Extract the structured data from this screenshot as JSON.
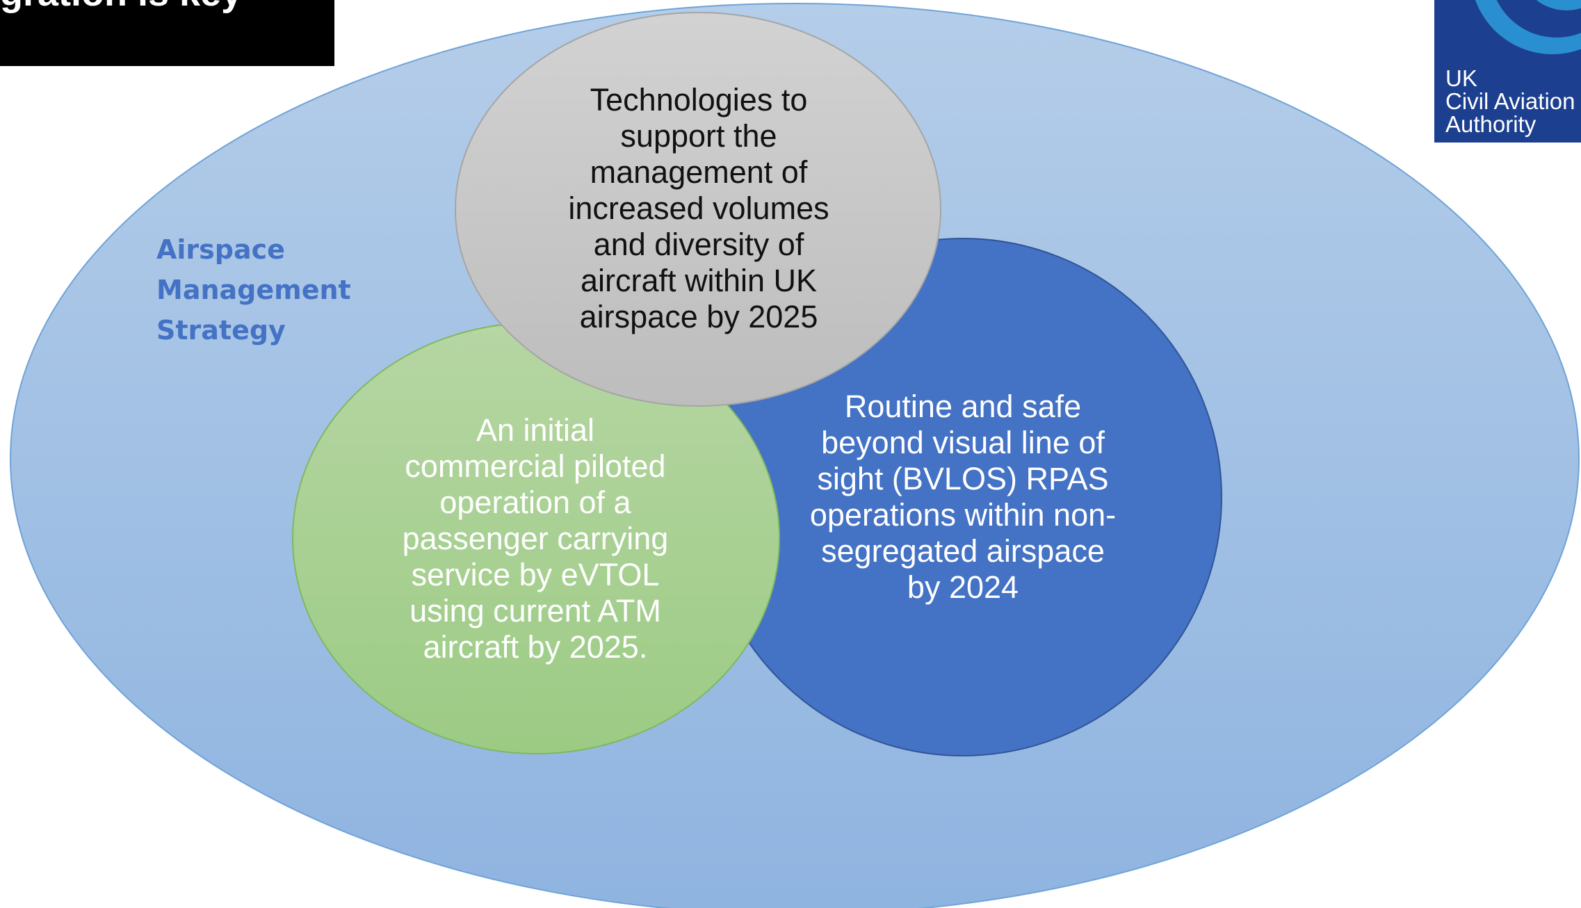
{
  "title": {
    "text": "gration is key"
  },
  "logo": {
    "text": "UK\nCivil Aviation\nAuthority"
  },
  "diagram": {
    "outer_label": "Airspace\nManagement\nStrategy",
    "circles": [
      {
        "id": "technologies",
        "text": "Technologies to\nsupport the\nmanagement of\nincreased volumes\nand diversity of\naircraft within UK\nairspace by 2025",
        "fill": "#c9c9c9"
      },
      {
        "id": "bvlos",
        "text": "Routine and safe\nbeyond visual line of\nsight (BVLOS) RPAS\noperations within non-\nsegregated airspace\nby 2024",
        "fill": "#4472c4"
      },
      {
        "id": "evtol",
        "text": "An initial\ncommercial  piloted\noperation of a\npassenger carrying\nservice by eVTOL\nusing current ATM\naircraft by 2025.",
        "fill": "#a9d18e"
      }
    ],
    "colors": {
      "outer_fill_top": "#b4cde9",
      "outer_fill_bottom": "#8fb4e0",
      "outer_stroke": "#5b9bd5",
      "label": "#4472c4",
      "logo_bg": "#1d3f8f"
    }
  }
}
